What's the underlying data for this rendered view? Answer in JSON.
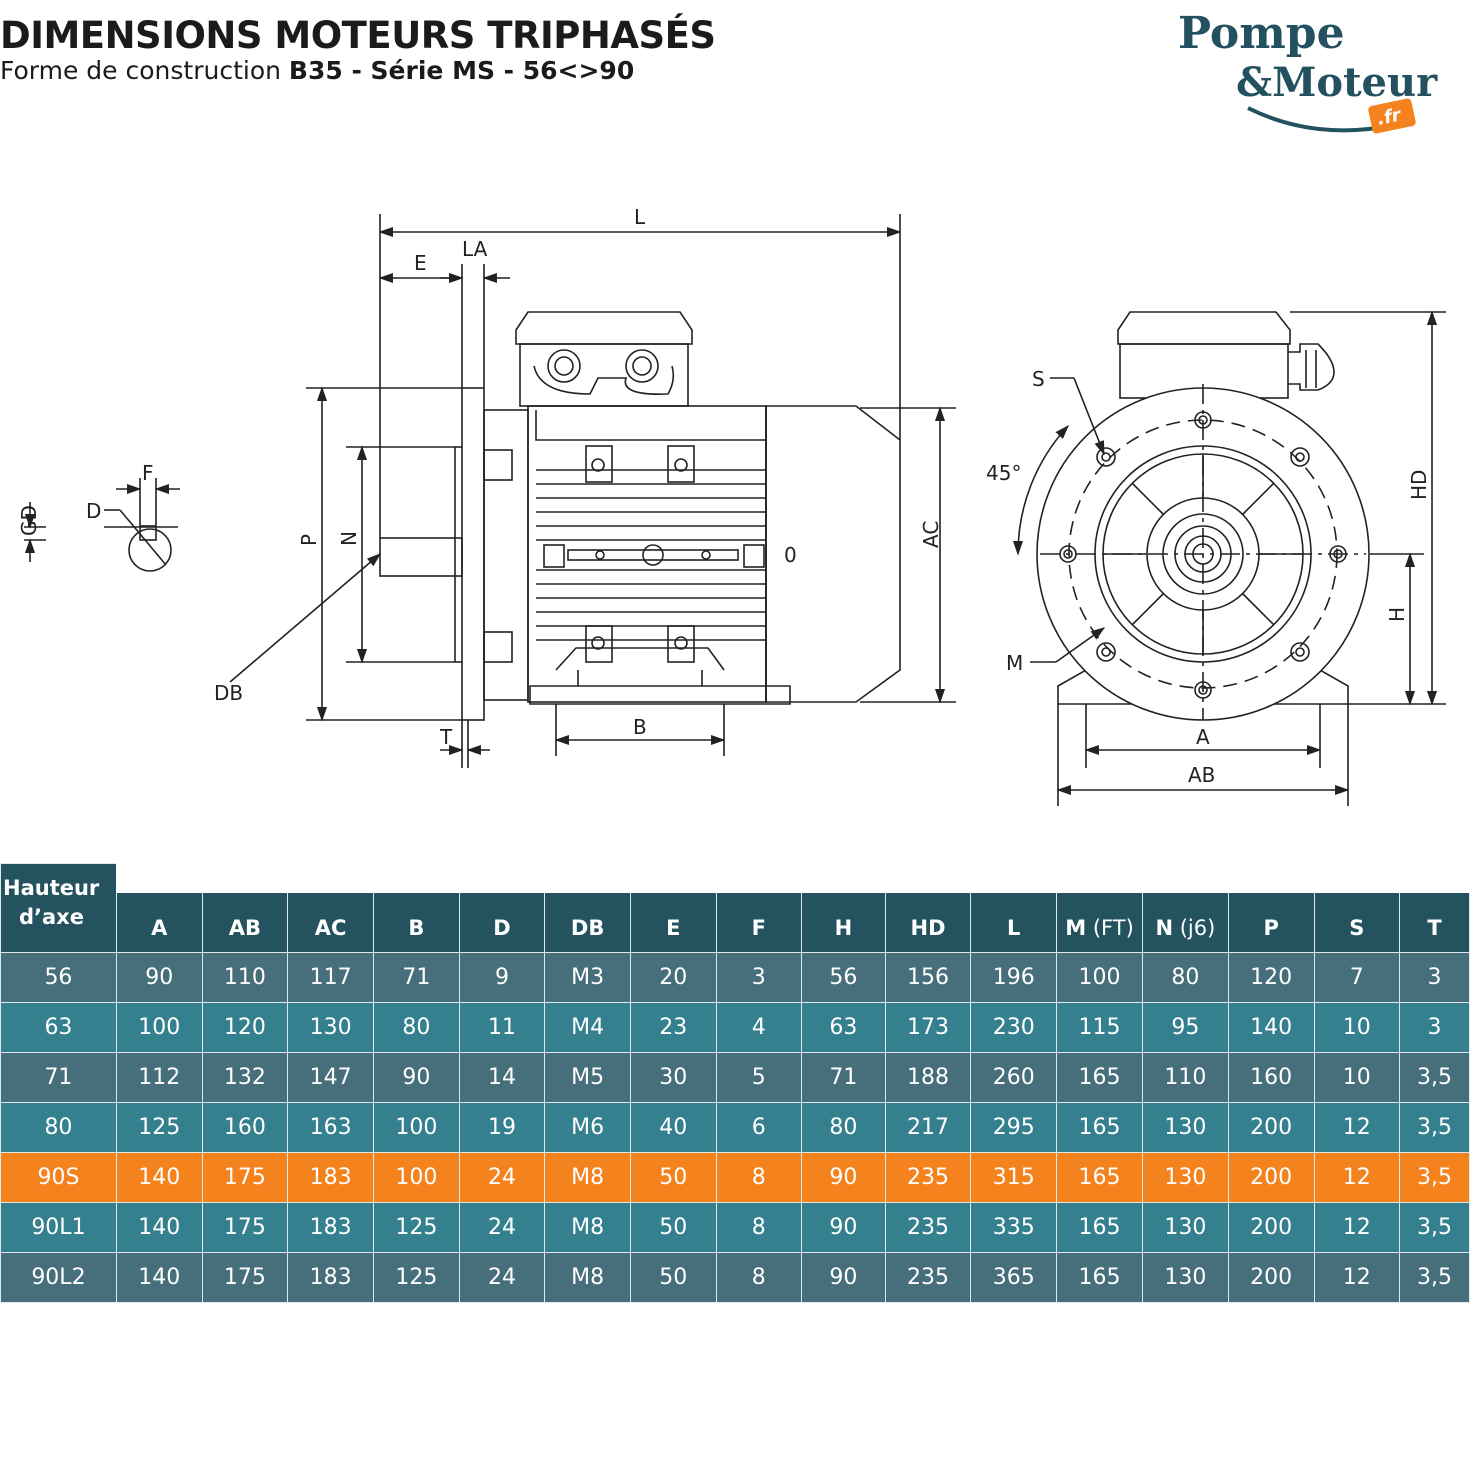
{
  "header": {
    "title": "DIMENSIONS MOTEURS TRIPHASÉS",
    "subtitle_prefix": "Forme de construction ",
    "subtitle_bold": "B35 - Série MS - 56<>90"
  },
  "logo": {
    "line1": "Pompe",
    "line2": "&Moteur",
    "badge": ".fr",
    "colors": {
      "main": "#23515f",
      "badge": "#f4831e"
    }
  },
  "diagram": {
    "labels": {
      "L": "L",
      "LA": "LA",
      "E": "E",
      "P": "P",
      "N": "N",
      "DB": "DB",
      "T": "T",
      "B": "B",
      "AC": "AC",
      "O": "0",
      "F": "F",
      "D": "D",
      "GD": "GD",
      "S": "S",
      "angle": "45°",
      "M": "M",
      "HD": "HD",
      "H": "H",
      "A": "A",
      "AB": "AB"
    }
  },
  "table": {
    "corner_line1": "Hauteur",
    "corner_line2": "d’axe",
    "headers": [
      {
        "name": "A"
      },
      {
        "name": "AB"
      },
      {
        "name": "AC"
      },
      {
        "name": "B"
      },
      {
        "name": "D"
      },
      {
        "name": "DB"
      },
      {
        "name": "E"
      },
      {
        "name": "F"
      },
      {
        "name": "H"
      },
      {
        "name": "HD"
      },
      {
        "name": "L"
      },
      {
        "name": "M",
        "suffix": " (FT)"
      },
      {
        "name": "N",
        "suffix": " (j6)"
      },
      {
        "name": "P"
      },
      {
        "name": "S"
      },
      {
        "name": "T"
      }
    ],
    "rows": [
      {
        "style": "dark",
        "cells": [
          "56",
          "90",
          "110",
          "117",
          "71",
          "9",
          "M3",
          "20",
          "3",
          "56",
          "156",
          "196",
          "100",
          "80",
          "120",
          "7",
          "3"
        ]
      },
      {
        "style": "light",
        "cells": [
          "63",
          "100",
          "120",
          "130",
          "80",
          "11",
          "M4",
          "23",
          "4",
          "63",
          "173",
          "230",
          "115",
          "95",
          "140",
          "10",
          "3"
        ]
      },
      {
        "style": "dark",
        "cells": [
          "71",
          "112",
          "132",
          "147",
          "90",
          "14",
          "M5",
          "30",
          "5",
          "71",
          "188",
          "260",
          "165",
          "110",
          "160",
          "10",
          "3,5"
        ]
      },
      {
        "style": "light",
        "cells": [
          "80",
          "125",
          "160",
          "163",
          "100",
          "19",
          "M6",
          "40",
          "6",
          "80",
          "217",
          "295",
          "165",
          "130",
          "200",
          "12",
          "3,5"
        ]
      },
      {
        "style": "hl",
        "cells": [
          "90S",
          "140",
          "175",
          "183",
          "100",
          "24",
          "M8",
          "50",
          "8",
          "90",
          "235",
          "315",
          "165",
          "130",
          "200",
          "12",
          "3,5"
        ]
      },
      {
        "style": "light",
        "cells": [
          "90L1",
          "140",
          "175",
          "183",
          "125",
          "24",
          "M8",
          "50",
          "8",
          "90",
          "235",
          "335",
          "165",
          "130",
          "200",
          "12",
          "3,5"
        ]
      },
      {
        "style": "dark",
        "cells": [
          "90L2",
          "140",
          "175",
          "183",
          "125",
          "24",
          "M8",
          "50",
          "8",
          "90",
          "235",
          "365",
          "165",
          "130",
          "200",
          "12",
          "3,5"
        ]
      }
    ],
    "colors": {
      "header": "#24535f",
      "row_dark": "#466e7b",
      "row_light": "#35808f",
      "highlight": "#f4831e"
    }
  }
}
